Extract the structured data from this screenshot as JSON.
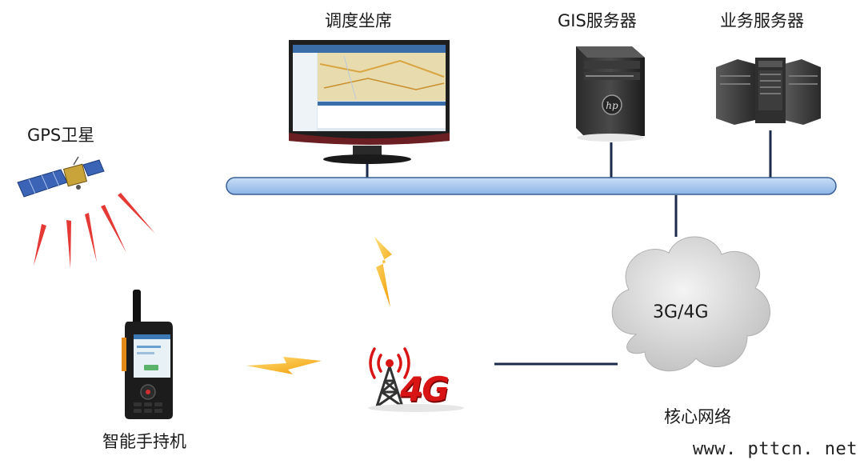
{
  "labels": {
    "dispatch_seat": "调度坐席",
    "gis_server": "GIS服务器",
    "business_server": "业务服务器",
    "gps_satellite": "GPS卫星",
    "smart_handset": "智能手持机",
    "network_cloud": "3G/4G",
    "core_network": "核心网络",
    "base_station_badge": "4G"
  },
  "watermark": "www. pttcn. net",
  "colors": {
    "bus_fill": "#9cc2ec",
    "bus_stroke": "#3a5f93",
    "link_line": "#1b2a4a",
    "signal_red": "#e53935",
    "lightning": "#f4b400",
    "cloud": "#cfcfcf",
    "badge_red": "#d81414"
  },
  "icons": {
    "dispatch_seat": "monitor-icon",
    "gis_server": "tower-server-icon",
    "business_server": "rack-server-icon",
    "gps_satellite": "satellite-icon",
    "smart_handset": "handheld-radio-icon",
    "base_station": "radio-tower-icon"
  }
}
